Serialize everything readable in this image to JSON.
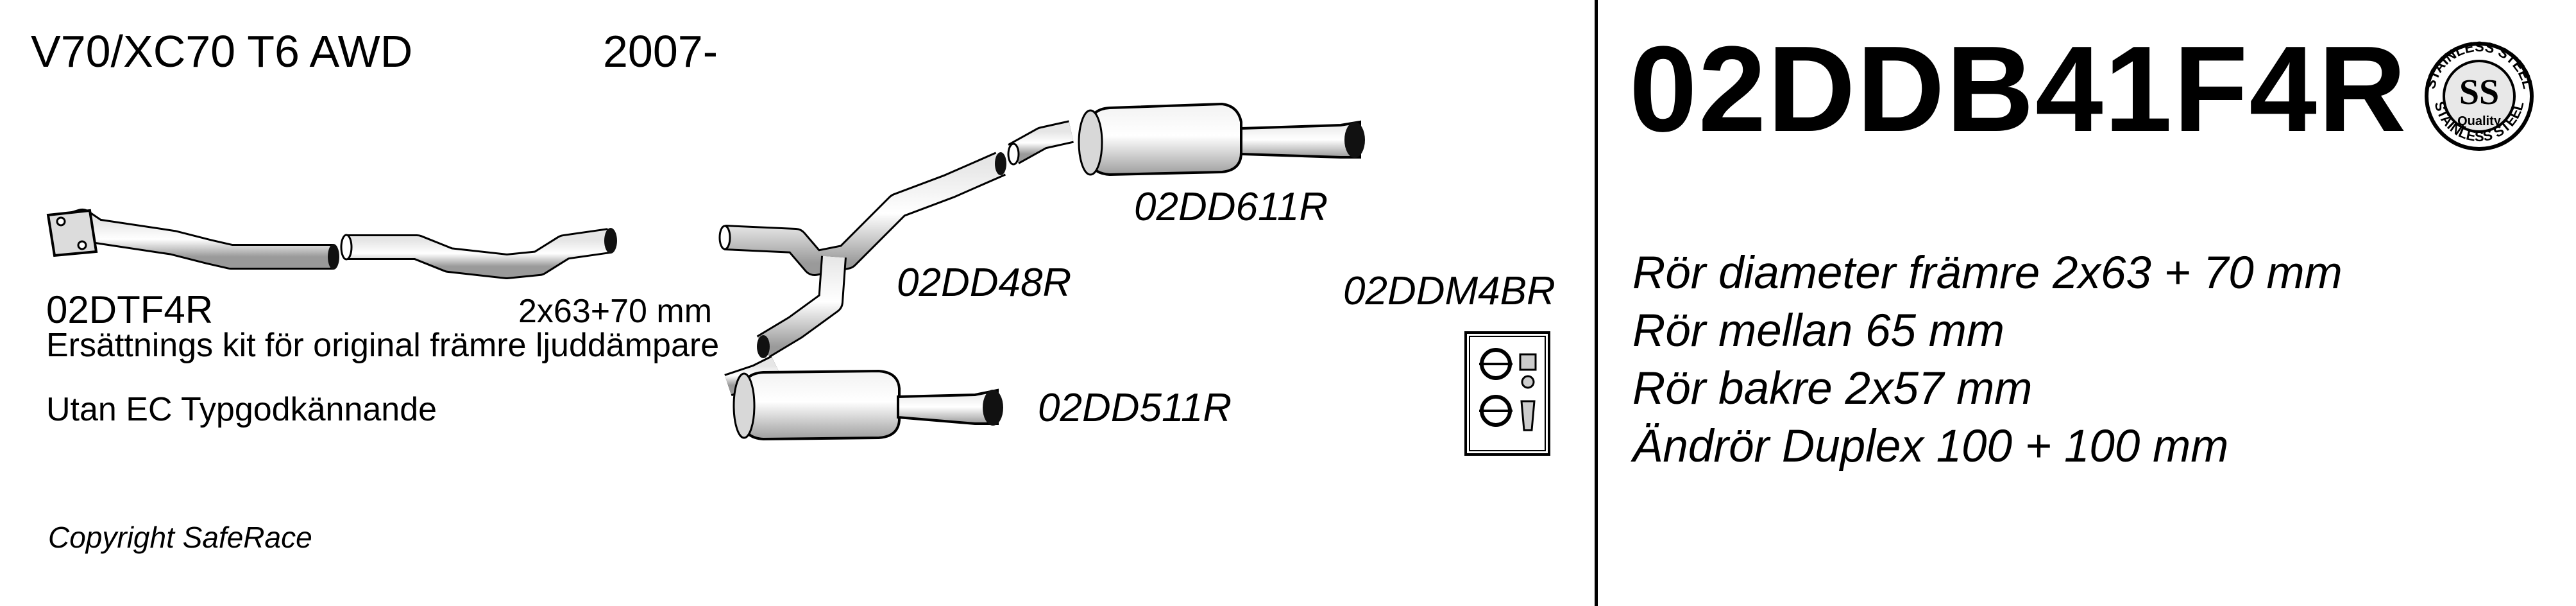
{
  "header": {
    "model": "V70/XC70  T6  AWD",
    "year": "2007-"
  },
  "part_number": "02DDB41F4R",
  "logo": {
    "ring_text": "STAINLESS STEEL",
    "center": "SS",
    "quality": "Quality"
  },
  "specs": [
    "Rör diameter främre 2x63 + 70 mm",
    "Rör mellan 65 mm",
    "Rör bakre 2x57 mm",
    "Ändrör Duplex  100 + 100 mm"
  ],
  "parts": {
    "front_code": "02DTF4R",
    "front_dimension": "2x63+70 mm",
    "front_desc": "Ersättnings kit för original främre ljuddämpare",
    "front_note": "Utan EC Typgodkännande",
    "mid_code": "02DD48R",
    "rear_upper_code": "02DD611R",
    "rear_lower_code": "02DD511R",
    "mount_kit_code": "02DDM4BR"
  },
  "copyright": "Copyright SafeRace"
}
